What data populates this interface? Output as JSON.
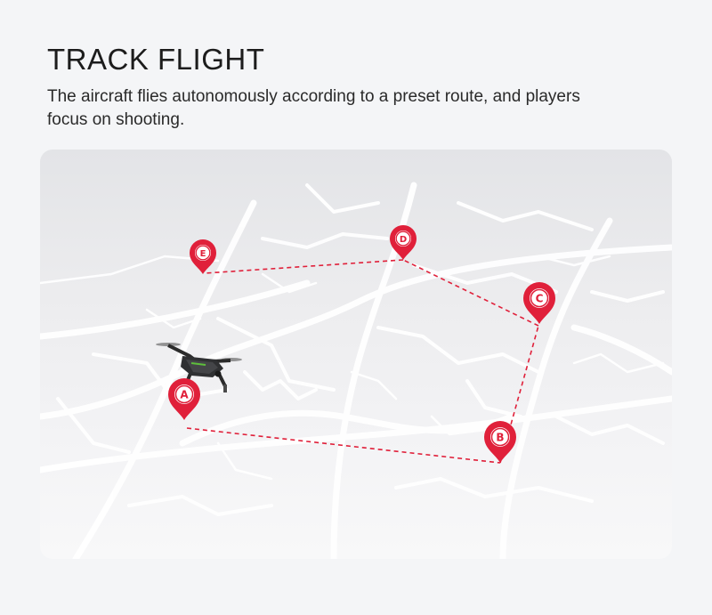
{
  "header": {
    "title": "TRACK FLIGHT",
    "subtitle": "The aircraft flies autonomously according to a preset route, and players focus on shooting."
  },
  "map": {
    "waypoints": [
      {
        "label": "A"
      },
      {
        "label": "B"
      },
      {
        "label": "C"
      },
      {
        "label": "D"
      },
      {
        "label": "E"
      }
    ],
    "route_color": "#e0203a",
    "drone_icon": "quadcopter-drone-icon",
    "pin_icon": "map-pin-icon"
  }
}
